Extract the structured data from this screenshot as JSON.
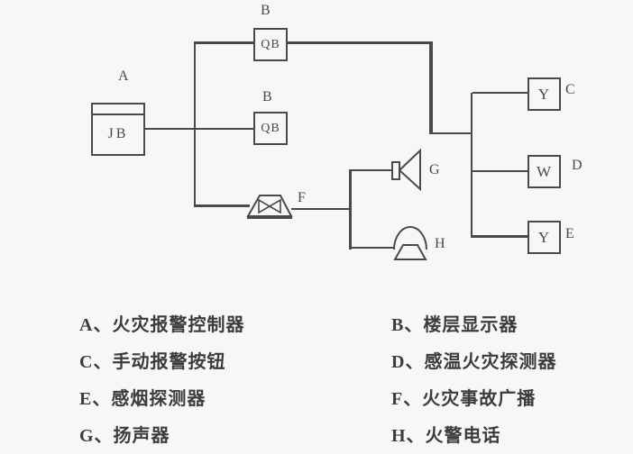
{
  "diagram": {
    "controller": {
      "tag": "A",
      "text": "JB"
    },
    "floor_display_top": {
      "tag": "B",
      "text": "QB"
    },
    "floor_display_mid": {
      "tag": "B",
      "text": "QB"
    },
    "broadcast": {
      "tag": "F"
    },
    "speaker": {
      "tag": "G"
    },
    "phone": {
      "tag": "H"
    },
    "manual_button": {
      "tag": "C",
      "text": "Y"
    },
    "heat_detector": {
      "tag": "D",
      "text": "W"
    },
    "smoke_detector": {
      "tag": "E",
      "text": "Y"
    }
  },
  "legend": {
    "left": [
      "A、火灾报警控制器",
      "C、手动报警按钮",
      "E、感烟探测器",
      "G、扬声器"
    ],
    "right": [
      "B、楼层显示器",
      "D、感温火灾探测器",
      "F、火灾事故广播",
      "H、火警电话"
    ]
  }
}
